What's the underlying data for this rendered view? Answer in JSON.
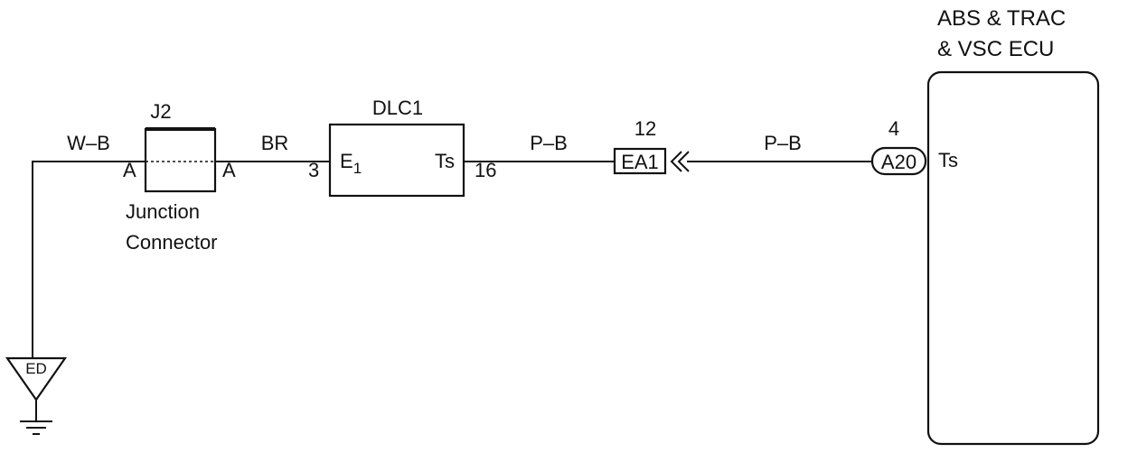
{
  "ecu": {
    "title_line1": "ABS & TRAC",
    "title_line2": "& VSC ECU",
    "terminal": "Ts"
  },
  "connector_a20": {
    "label": "A20",
    "pin": "4"
  },
  "connector_ea1": {
    "label": "EA1",
    "pin": "12"
  },
  "dlc1": {
    "title": "DLC1",
    "terminal_e": "E",
    "terminal_e_sub": "1",
    "terminal_ts": "Ts",
    "pin_e": "3",
    "pin_ts": "16"
  },
  "junction": {
    "id": "J2",
    "pin_left": "A",
    "pin_right": "A",
    "caption_line1": "Junction",
    "caption_line2": "Connector"
  },
  "wires": {
    "wb": "W–B",
    "br": "BR",
    "pb_left": "P–B",
    "pb_right": "P–B"
  },
  "ground": {
    "label": "ED"
  }
}
